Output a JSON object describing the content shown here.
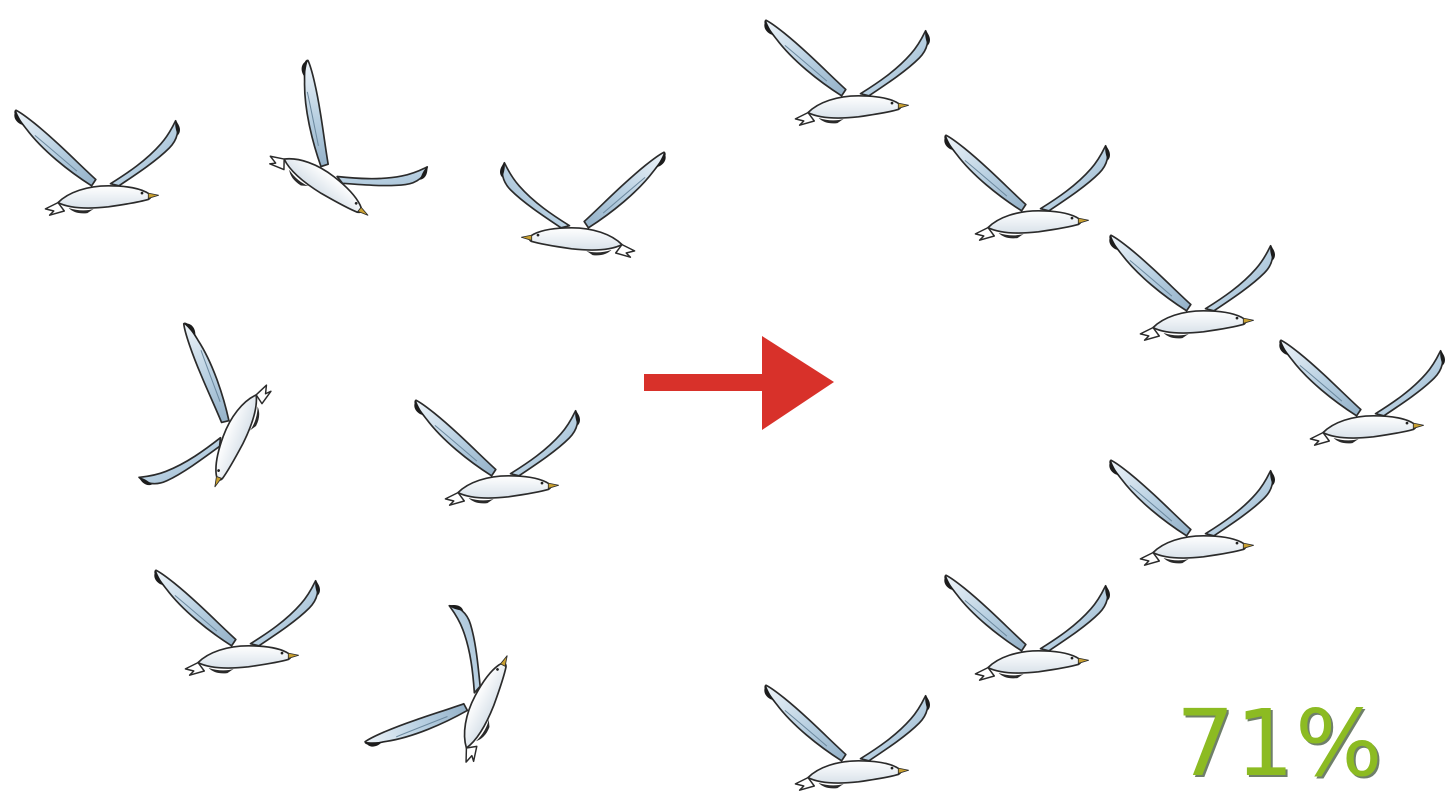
{
  "scene": {
    "background": "#ffffff",
    "bird_icon": "seagull-icon",
    "arrow_icon": "right-arrow-icon",
    "arrow_color": "#d8312a",
    "left_flock": {
      "name": "scattered-flock",
      "bird_count": 7
    },
    "right_flock": {
      "name": "v-formation-flock",
      "bird_count": 7
    },
    "efficiency": {
      "label": "71%",
      "value": 0.71,
      "color": "#8cbb22"
    }
  }
}
